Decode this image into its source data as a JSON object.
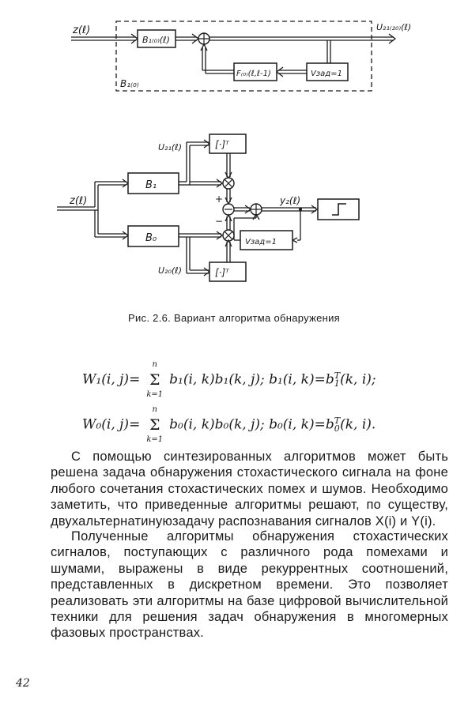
{
  "diagram1": {
    "input_label": "z(ℓ)",
    "block_b": "B₁₍₀₎(ℓ)",
    "block_f": "F₍₀₎(ℓ,ℓ-1)",
    "block_delay": "Vзад=1",
    "output_label": "U₂₁₍₂₀₎(ℓ)",
    "group_label": "B₁₍₀₎"
  },
  "diagram2": {
    "input_label": "z(ℓ)",
    "block_b1": "B₁",
    "block_b0": "B₀",
    "block_t_top": "[·]ᵀ",
    "block_t_bottom": "[·]ᵀ",
    "block_delay": "Vзад=1",
    "u21_label": "U₂₁(ℓ)",
    "u20_label": "U₂₀(ℓ)",
    "output_label": "y₂(ℓ)",
    "plus_sign": "+",
    "minus_sign": "−"
  },
  "caption": "Рис. 2.6. Вариант алгоритма обнаружения",
  "formula1": {
    "lhs": "W₁(i, j)=",
    "sum_top": "n",
    "sum_bottom": "k=1",
    "rhs": "b₁(i, k)b₁(k, j);  b₁(i, k)=b",
    "rhs_sup": "T",
    "rhs_sub": "1",
    "rhs_tail": "(k, i);"
  },
  "formula2": {
    "lhs": "W₀(i, j)=",
    "sum_top": "n",
    "sum_bottom": "k=1",
    "rhs": "b₀(i, k)b₀(k, j);  b₀(i, k)=b",
    "rhs_sup": "T",
    "rhs_sub": "0",
    "rhs_tail": "(k, i)."
  },
  "paragraph1": "С помощью синтезированных алгоритмов может быть решена задача обнаружения стохастического сигнала на фоне любого сочетания стохастических помех и шумов. Необходимо заметить, что приведенные алгоритмы решают, по существу, двухальтернатинуюзадачу распознавания сигналов X(i) и Y(i).",
  "paragraph2": "Полученные алгоритмы обнаружения стохастических сигналов, поступающих с различного рода помехами и шумами, выражены в виде рекуррентных соотношений, представленных в дискретном времени. Это позволяет реализовать эти алгоритмы на базе цифровой вычислительной техники для решения задач обнаружения в многомерных фазовых пространствах.",
  "page_number": "42"
}
